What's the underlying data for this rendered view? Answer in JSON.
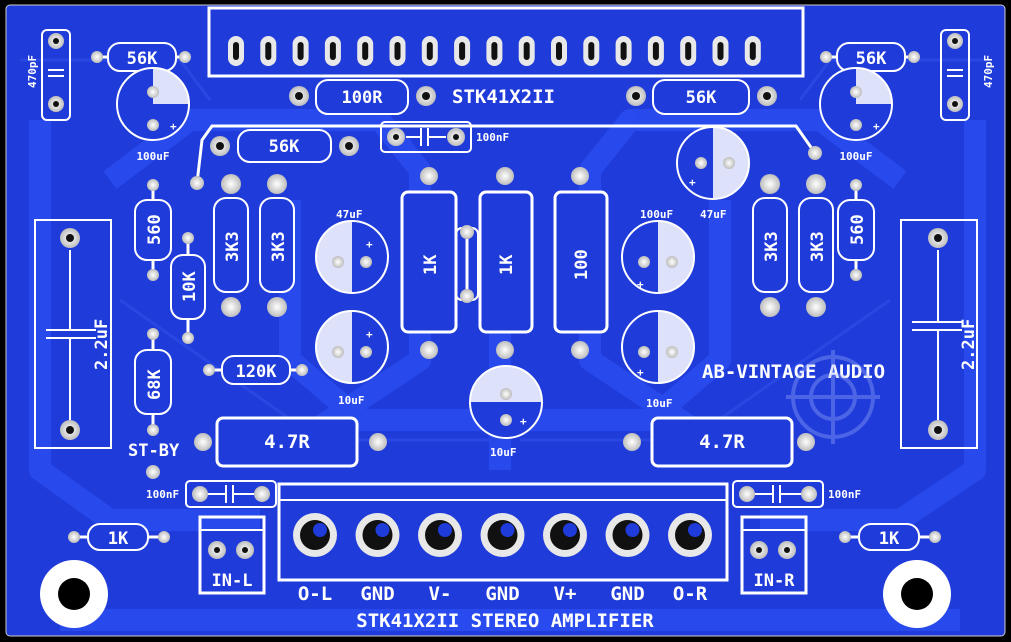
{
  "colors": {
    "board": "#1f3bd9",
    "copper": "#2a49e8",
    "silk": "#ffffff",
    "pad": "#cfcfcf"
  },
  "header": {
    "chip_label": "STK41X2II"
  },
  "footer": {
    "title": "STK41X2II STEREO AMPLIFIER"
  },
  "brand": {
    "label": "AB-VINTAGE AUDIO"
  },
  "connector_labels": [
    "O-L",
    "GND",
    "V-",
    "GND",
    "V+",
    "GND",
    "O-R"
  ],
  "inputs": {
    "left": "IN-L",
    "right": "IN-R"
  },
  "standby": {
    "label": "ST-BY"
  },
  "components": {
    "r_56k_top_left": "56K",
    "r_100r": "100R",
    "r_56k_top_mid": "56K",
    "r_56k_top_right": "56K",
    "r_56k_mid_left": "56K",
    "cap_470pf": "470pF",
    "cap_100nf": "100nF",
    "cap_100uf": "100uF",
    "cap_47uf": "47uF",
    "cap_10uf": "10uF",
    "cap_2_2uf": "2.2uF",
    "r_560": "560",
    "r_3k3": "3K3",
    "r_10k": "10K",
    "r_68k": "68K",
    "r_120k": "120K",
    "r_1k": "1K",
    "r_100": "100",
    "r_4_7r": "4.7R"
  }
}
